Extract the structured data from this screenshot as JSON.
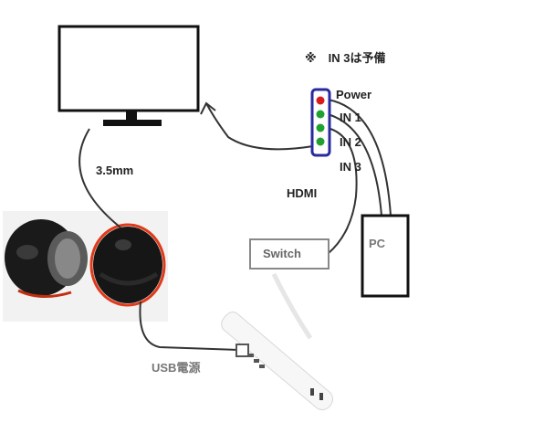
{
  "note": "※　IN 3は予備",
  "hub": {
    "power_label": "Power",
    "inputs": [
      "IN 1",
      "IN 2",
      "IN 3"
    ],
    "label": "HDMI"
  },
  "cable_label": "3.5mm",
  "switch_label": "Switch",
  "pc_label": "PC",
  "usb_label": "USB電源",
  "colors": {
    "power_led": "#d81b1b",
    "input_led": "#20a030",
    "hub_border": "#2a2aa0",
    "cable": "#333333"
  }
}
